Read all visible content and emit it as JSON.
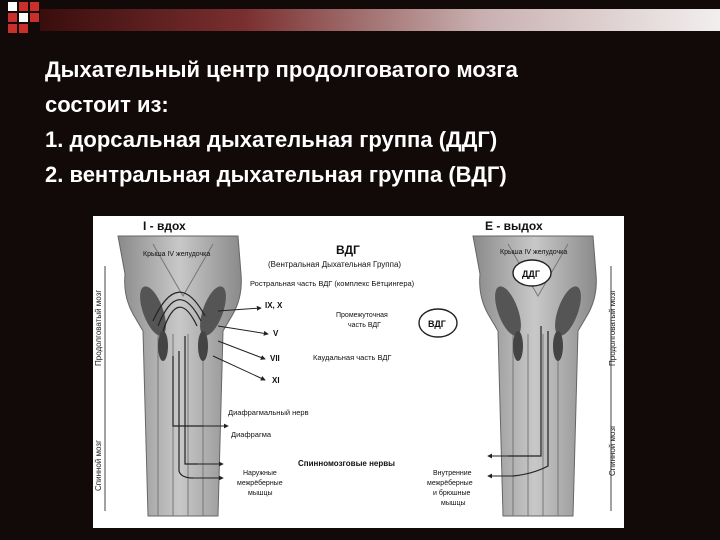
{
  "slide": {
    "title_lines": [
      "Дыхательный центр продолговатого мозга",
      "состоит из:",
      "1. дорсальная дыхательная группа (ДДГ)",
      "2. вентральная дыхательная группа (ВДГ)"
    ]
  },
  "diagram": {
    "left_header": "I - вдох",
    "right_header": "E - выдох",
    "center_header": "ВДГ",
    "center_subheader": "(Вентральная Дыхательная Группа)",
    "left_roof": "Крыша IV желудочка",
    "right_roof": "Крыша IV желудочка",
    "rostral": "Ростральная часть ВДГ (комплекс Бётцингера)",
    "nerve_ix_x": "IX, X",
    "nerve_v": "V",
    "nerve_vii": "VII",
    "nerve_xi": "XI",
    "intermediate_1": "Промежуточная",
    "intermediate_2": "часть ВДГ",
    "vdg_circle": "ВДГ",
    "caudal": "Каудальная часть ВДГ",
    "ddg_circle": "ДДГ",
    "left_side_upper": "Продолговатый мозг",
    "right_side_upper": "Продолговатый мозг",
    "left_side_lower": "Спинной мозг",
    "right_side_lower": "Спинной мозг",
    "phrenic_nerve": "Диафрагмальный нерв",
    "diaphragm": "Диафрагма",
    "spinal_nerves": "Спинномозговые нервы",
    "external_1": "Наружные",
    "external_2": "межрёберные",
    "external_3": "мышцы",
    "internal_1": "Внутренние",
    "internal_2": "межрёберные",
    "internal_3": "и брюшные",
    "internal_4": "мышцы"
  },
  "colors": {
    "background": "#120909",
    "title_text": "#ffffff",
    "square_red": "#c9302c",
    "square_white": "#ffffff",
    "stem_gray": "#a8a8a8",
    "stem_dark": "#4a4a4a"
  }
}
